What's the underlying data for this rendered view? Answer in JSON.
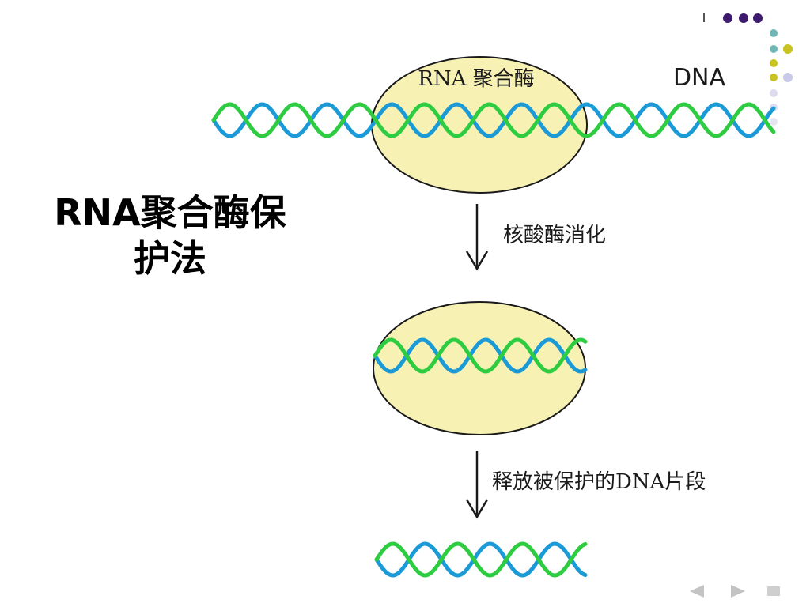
{
  "slide": {
    "title_line1": "RNA聚合酶保",
    "title_line2": "护法"
  },
  "diagram": {
    "enzyme_label": "RNA 聚合酶",
    "dna_label": "DNA",
    "step1_label": "核酸酶消化",
    "step2_label": "释放被保护的DNA片段"
  },
  "colors": {
    "strand_green": "#2ecc40",
    "strand_blue": "#1a9ad6",
    "enzyme_fill": "#f7f2b4",
    "enzyme_stroke": "#1a1a1a",
    "accent_purple": "#3d1a6e",
    "accent_olive": "#c8c320",
    "accent_teal": "#6fb7b4",
    "accent_lavender": "#c9c9e8"
  }
}
